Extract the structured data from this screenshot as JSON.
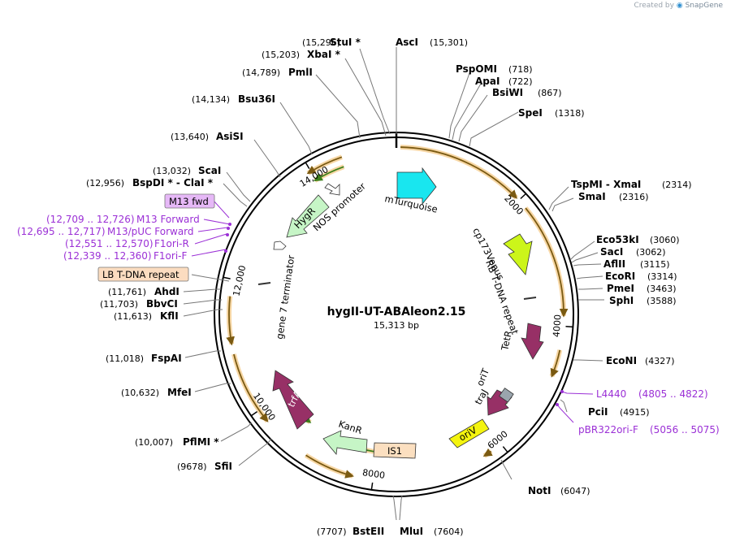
{
  "watermark": {
    "created_by": "Created by",
    "brand": "SnapGene"
  },
  "plasmid": {
    "name": "hygII-UT-ABAleon2.15",
    "length_label": "15,313 bp"
  },
  "ticks": [
    "2000",
    "4000",
    "6000",
    "8000",
    "10,000",
    "12,000",
    "14,000"
  ],
  "sites": [
    {
      "name": "StuI *",
      "pos": "(15,296)"
    },
    {
      "name": "AscI",
      "pos": "(15,301)"
    },
    {
      "name": "XbaI *",
      "pos": "(15,203)"
    },
    {
      "name": "PmlI",
      "pos": "(14,789)"
    },
    {
      "name": "PspOMI",
      "pos": "(718)"
    },
    {
      "name": "ApaI",
      "pos": "(722)"
    },
    {
      "name": "BsiWI",
      "pos": "(867)"
    },
    {
      "name": "SpeI",
      "pos": "(1318)"
    },
    {
      "name": "Bsu36I",
      "pos": "(14,134)"
    },
    {
      "name": "AsiSI",
      "pos": "(13,640)"
    },
    {
      "name": "TspMI - XmaI",
      "pos": "(2314)"
    },
    {
      "name": "SmaI",
      "pos": "(2316)"
    },
    {
      "name": "ScaI",
      "pos": "(13,032)"
    },
    {
      "name": "BspDI * - ClaI *",
      "pos": "(12,956)"
    },
    {
      "name": "Eco53kI",
      "pos": "(3060)"
    },
    {
      "name": "SacI",
      "pos": "(3062)"
    },
    {
      "name": "AflII",
      "pos": "(3115)"
    },
    {
      "name": "EcoRI",
      "pos": "(3314)"
    },
    {
      "name": "PmeI",
      "pos": "(3463)"
    },
    {
      "name": "SphI",
      "pos": "(3588)"
    },
    {
      "name": "AhdI",
      "pos": "(11,761)"
    },
    {
      "name": "BbvCI",
      "pos": "(11,703)"
    },
    {
      "name": "KflI",
      "pos": "(11,613)"
    },
    {
      "name": "EcoNI",
      "pos": "(4327)"
    },
    {
      "name": "FspAI",
      "pos": "(11,018)"
    },
    {
      "name": "PciI",
      "pos": "(4915)"
    },
    {
      "name": "MfeI",
      "pos": "(10,632)"
    },
    {
      "name": "PflMI *",
      "pos": "(10,007)"
    },
    {
      "name": "SfiI",
      "pos": "(9678)"
    },
    {
      "name": "NotI",
      "pos": "(6047)"
    },
    {
      "name": "BstEII",
      "pos": "(7707)"
    },
    {
      "name": "MluI",
      "pos": "(7604)"
    }
  ],
  "primers": [
    {
      "name": "M13 Forward",
      "range": "(12,709 .. 12,726)"
    },
    {
      "name": "M13/pUC Forward",
      "range": "(12,695 .. 12,717)"
    },
    {
      "name": "F1ori-R",
      "range": "(12,551 .. 12,570)"
    },
    {
      "name": "F1ori-F",
      "range": "(12,339 .. 12,360)"
    },
    {
      "name": "L4440",
      "range": "(4805 .. 4822)"
    },
    {
      "name": "pBR322ori-F",
      "range": "(5056 .. 5075)"
    }
  ],
  "boxes": {
    "m13fwd": "M13 fwd",
    "lb": "LB T-DNA repeat"
  },
  "features": {
    "mturquoise": "mTurquoise",
    "cp173venus": "cp173Venus",
    "rb": "RB T-DNA repeat",
    "tetr": "TetR",
    "orit": "oriT",
    "traj": "traJ",
    "oriv": "oriV",
    "is1": "IS1",
    "kanr": "KanR",
    "trfa": "trfA",
    "gene7": "gene 7 terminator",
    "nos": "NOS promoter",
    "hygr": "HygR"
  },
  "colors": {
    "mturquoise": "#19e6ef",
    "venus": "#ccf51a",
    "tetr": "#973066",
    "trfa": "#973066",
    "traj": "#973066",
    "oriv": "#f4f40f",
    "kanr": "#c6f5c6",
    "hygr": "#c6f5c6",
    "is1": "#fbdfc0",
    "orf_fill": "#f0b75b",
    "orf_arrow": "#3d7f1b",
    "primer": "#9b30d6",
    "m13box": "#e6b8f7",
    "lbbox": "#fbdcc0"
  }
}
